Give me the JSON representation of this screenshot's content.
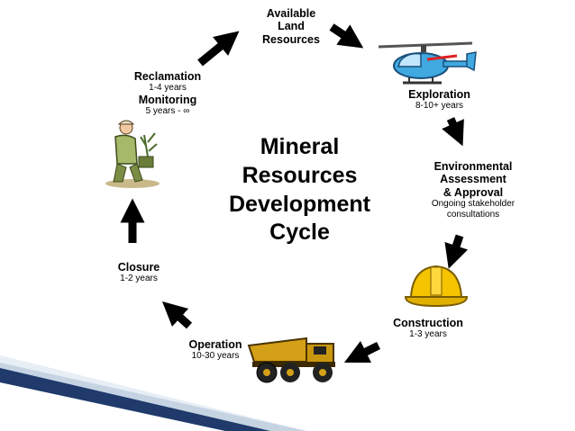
{
  "title": {
    "line1": "Mineral",
    "line2": "Resources",
    "line3": "Development",
    "line4": "Cycle"
  },
  "stages": {
    "available": {
      "line1": "Available",
      "line2": "Land",
      "line3": "Resources"
    },
    "exploration": {
      "name": "Exploration",
      "duration": "8-10+ years"
    },
    "assessment": {
      "line1": "Environmental",
      "line2": "Assessment",
      "line3": "& Approval",
      "note1": "Ongoing stakeholder",
      "note2": "consultations"
    },
    "construction": {
      "name": "Construction",
      "duration": "1-3 years"
    },
    "operation": {
      "name": "Operation",
      "duration": "10-30 years"
    },
    "closure": {
      "name": "Closure",
      "duration": "1-2 years"
    },
    "reclamation": {
      "name": "Reclamation",
      "duration": "1-4 years"
    },
    "monitoring": {
      "name": "Monitoring",
      "duration": "5 years - ∞"
    }
  },
  "icons": [
    "helicopter-icon",
    "hard-hat-icon",
    "haul-truck-icon",
    "worker-planting-icon"
  ],
  "colors": {
    "arrow": "#000000",
    "helicopter_body": "#3fa9e0",
    "hard_hat": "#f5c400",
    "truck": "#d4a017",
    "slide_accent": "#1f3a6b"
  }
}
